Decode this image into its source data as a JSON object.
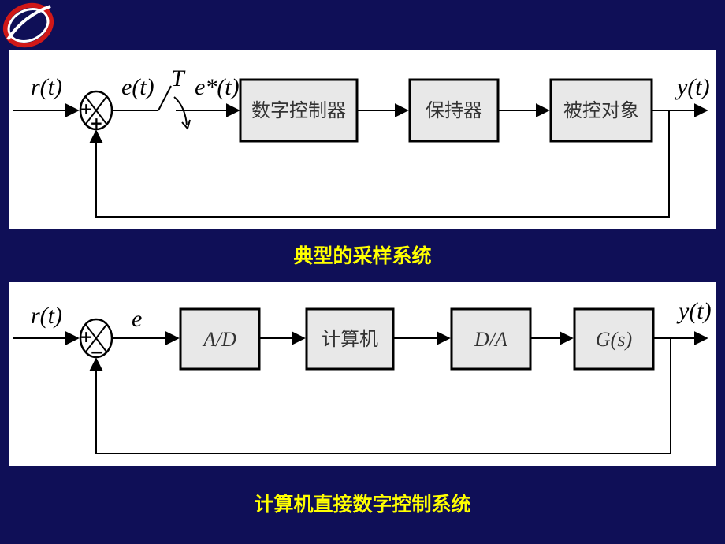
{
  "colors": {
    "background": "#0f0f57",
    "panel": "#ffffff",
    "caption": "#ffff00",
    "line": "#000000",
    "block_fill": "#e8e8e8"
  },
  "diagram1": {
    "input": "r(t)",
    "error": "e(t)",
    "sampler_period": "T",
    "sampled_error": "e*(t)",
    "blocks": [
      "数字控制器",
      "保持器",
      "被控对象"
    ],
    "output": "y(t)",
    "sum_signs": [
      "+",
      "+"
    ],
    "caption": "典型的采样系统"
  },
  "diagram2": {
    "input": "r(t)",
    "error": "e",
    "blocks": [
      "A/D",
      "计算机",
      "D/A",
      "G(s)"
    ],
    "output": "y(t)",
    "sum_signs": [
      "+",
      "−"
    ],
    "caption": "计算机直接数字控制系统"
  }
}
